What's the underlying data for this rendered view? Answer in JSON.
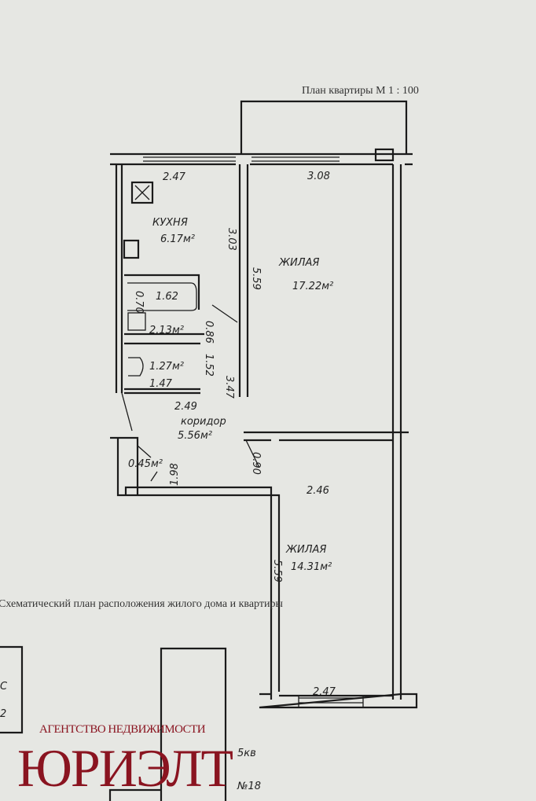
{
  "header": {
    "title": "План квартиры  М 1 : 100"
  },
  "caption": "Схематический план расположения жилого дома и квартиры",
  "rooms": {
    "kitchen": {
      "name": "КУХНЯ",
      "area": "6.17м²",
      "width": "2.47",
      "length": "3.03"
    },
    "living1": {
      "name": "ЖИЛАЯ",
      "area": "17.22м²",
      "width": "3.08",
      "length": "5.59"
    },
    "bath": {
      "area": "2.13м²",
      "width": "1.62",
      "depth": "0.70",
      "door": "0.86"
    },
    "toilet": {
      "area": "1.27м²",
      "width": "1.47",
      "length": "1.52"
    },
    "corridor": {
      "name": "коридор",
      "area": "5.56м²",
      "width": "2.49",
      "length": "3.47",
      "door": "0.90"
    },
    "closet": {
      "area": "0.45м²",
      "length": "1.98"
    },
    "living2": {
      "name": "ЖИЛАЯ",
      "area": "14.31м²",
      "width_top": "2.46",
      "width_bottom": "2.47",
      "length": "5.59"
    }
  },
  "site_plan": {
    "left_labels": [
      "С",
      "2"
    ],
    "building_label": "5кв",
    "building_no": "№18"
  },
  "watermark": {
    "subtitle": "АГЕНТСТВО НЕДВИЖИМОСТИ",
    "brand": "ЮРИЭЛТ",
    "color": "#8a1420"
  }
}
